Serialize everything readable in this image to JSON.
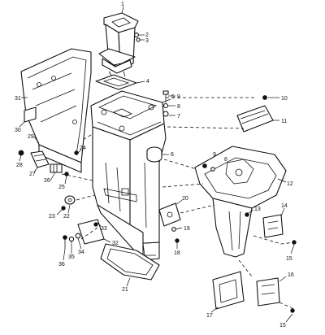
{
  "diagram": {
    "callouts": [
      {
        "id": "c1",
        "text": "1"
      },
      {
        "id": "c2",
        "text": "2"
      },
      {
        "id": "c3",
        "text": "3"
      },
      {
        "id": "c4",
        "text": "4"
      },
      {
        "id": "c5",
        "text": "5"
      },
      {
        "id": "c6",
        "text": "6"
      },
      {
        "id": "c7",
        "text": "7"
      },
      {
        "id": "c8a",
        "text": "8"
      },
      {
        "id": "c8b",
        "text": "8"
      },
      {
        "id": "c9a",
        "text": "9"
      },
      {
        "id": "c9b",
        "text": "9"
      },
      {
        "id": "c10",
        "text": "10"
      },
      {
        "id": "c11",
        "text": "11"
      },
      {
        "id": "c12",
        "text": "12"
      },
      {
        "id": "c13",
        "text": "13"
      },
      {
        "id": "c14",
        "text": "14"
      },
      {
        "id": "c15a",
        "text": "15"
      },
      {
        "id": "c15b",
        "text": "15"
      },
      {
        "id": "c16",
        "text": "16"
      },
      {
        "id": "c17",
        "text": "17"
      },
      {
        "id": "c18",
        "text": "18"
      },
      {
        "id": "c19",
        "text": "19"
      },
      {
        "id": "c20",
        "text": "20"
      },
      {
        "id": "c21",
        "text": "21"
      },
      {
        "id": "c22",
        "text": "22"
      },
      {
        "id": "c23",
        "text": "23"
      },
      {
        "id": "c24",
        "text": "24"
      },
      {
        "id": "c25",
        "text": "25"
      },
      {
        "id": "c26",
        "text": "26"
      },
      {
        "id": "c27",
        "text": "27"
      },
      {
        "id": "c28",
        "text": "28"
      },
      {
        "id": "c29",
        "text": "29"
      },
      {
        "id": "c30",
        "text": "30"
      },
      {
        "id": "c31",
        "text": "31"
      },
      {
        "id": "c32",
        "text": "32"
      },
      {
        "id": "c33",
        "text": "33"
      },
      {
        "id": "c34",
        "text": "34"
      },
      {
        "id": "c35",
        "text": "35"
      },
      {
        "id": "c36",
        "text": "36"
      }
    ]
  }
}
